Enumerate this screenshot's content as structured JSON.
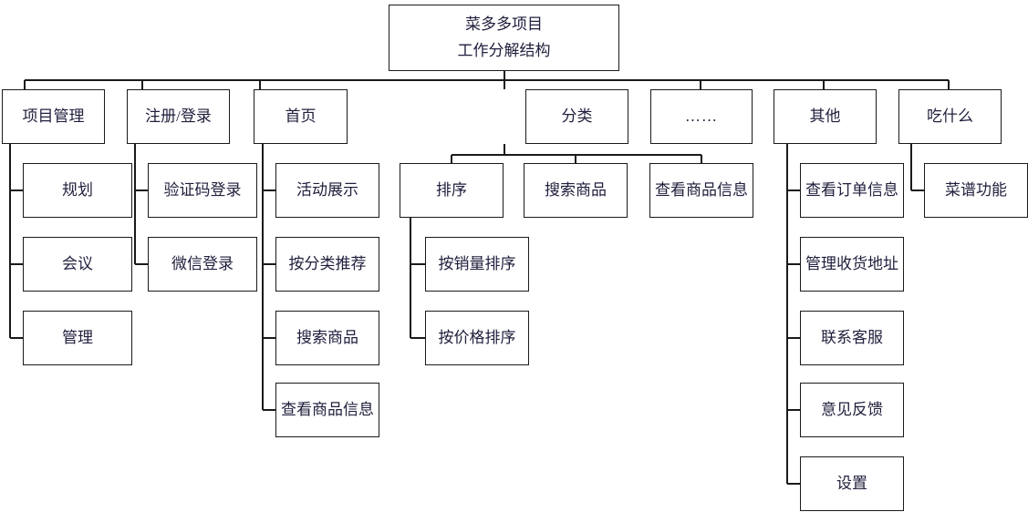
{
  "diagram": {
    "type": "work-breakdown-structure",
    "title": "菜多多项目\n工作分解结构",
    "line_color": "#1a1a1a",
    "text_color": "#1f1f3d",
    "background": "#ffffff"
  },
  "nodes": {
    "root": "菜多多项目\n工作分解结构",
    "level2": {
      "project_management": "项目管理",
      "register_login": "注册/登录",
      "home": "首页",
      "category": "分类",
      "ellipsis": "……",
      "other": "其他",
      "eat_what": "吃什么"
    },
    "project_management_children": [
      "规划",
      "会议",
      "管理"
    ],
    "register_login_children": [
      "验证码登录",
      "微信登录"
    ],
    "home_children": [
      "活动展示",
      "按分类推荐",
      "搜索商品",
      "查看商品信息"
    ],
    "category_children": [
      "排序",
      "搜索商品",
      "查看商品信息"
    ],
    "sort_children": [
      "按销量排序",
      "按价格排序"
    ],
    "other_children": [
      "查看订单信息",
      "管理收货地址",
      "联系客服",
      "意见反馈",
      "设置"
    ],
    "eat_what_children": [
      "菜谱功能"
    ]
  }
}
